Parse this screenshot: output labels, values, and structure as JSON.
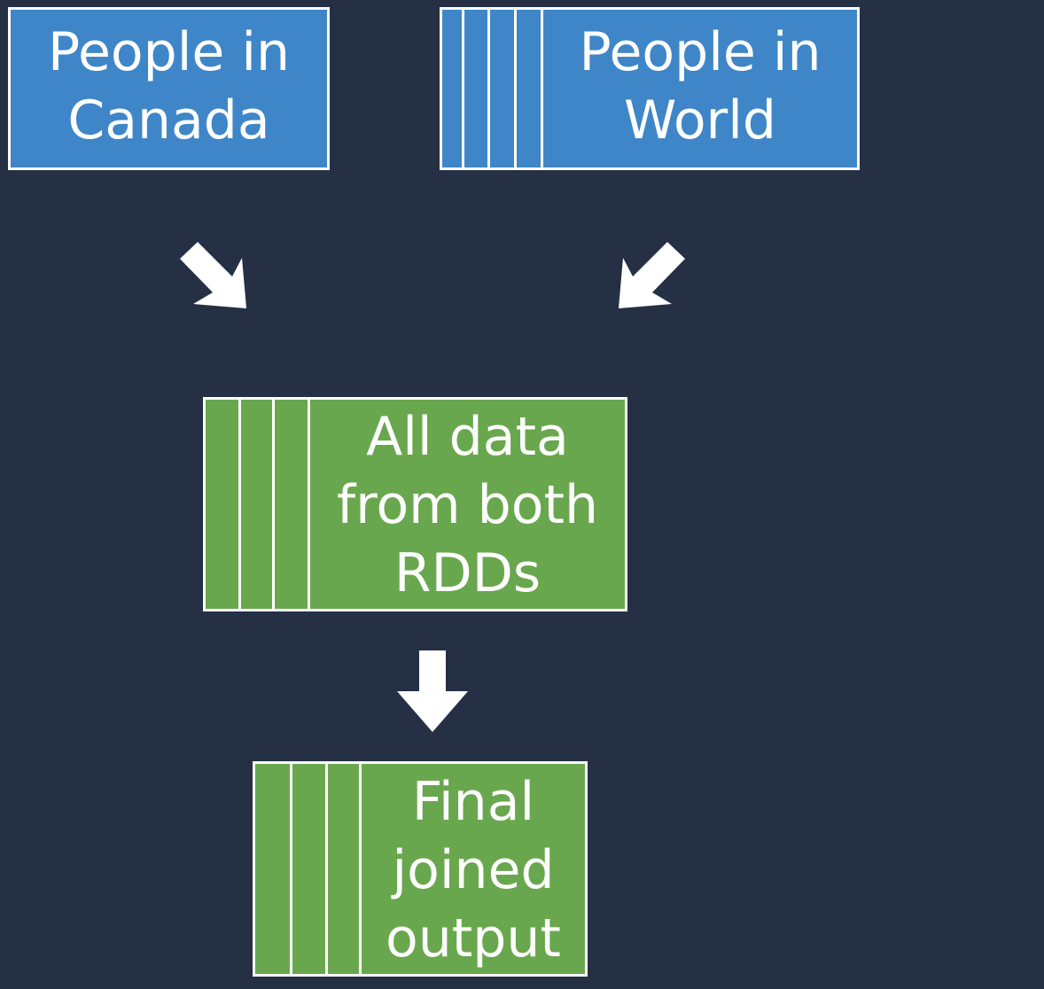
{
  "colors": {
    "background": "#253044",
    "source_box": "#3f86c8",
    "result_box": "#69a74e",
    "border": "#ffffff",
    "text": "#ffffff"
  },
  "nodes": {
    "people_in_canada": {
      "label": "People in\nCanada",
      "partitions": 0
    },
    "people_in_world": {
      "label": "People in\nWorld",
      "partitions": 4
    },
    "all_data": {
      "label": "All data\nfrom both\nRDDs",
      "partitions": 3
    },
    "final_output": {
      "label": "Final\njoined\noutput",
      "partitions": 3
    }
  },
  "edges": [
    {
      "from": "people_in_canada",
      "to": "all_data",
      "icon": "arrow-down-right-icon"
    },
    {
      "from": "people_in_world",
      "to": "all_data",
      "icon": "arrow-down-left-icon"
    },
    {
      "from": "all_data",
      "to": "final_output",
      "icon": "arrow-down-icon"
    }
  ]
}
